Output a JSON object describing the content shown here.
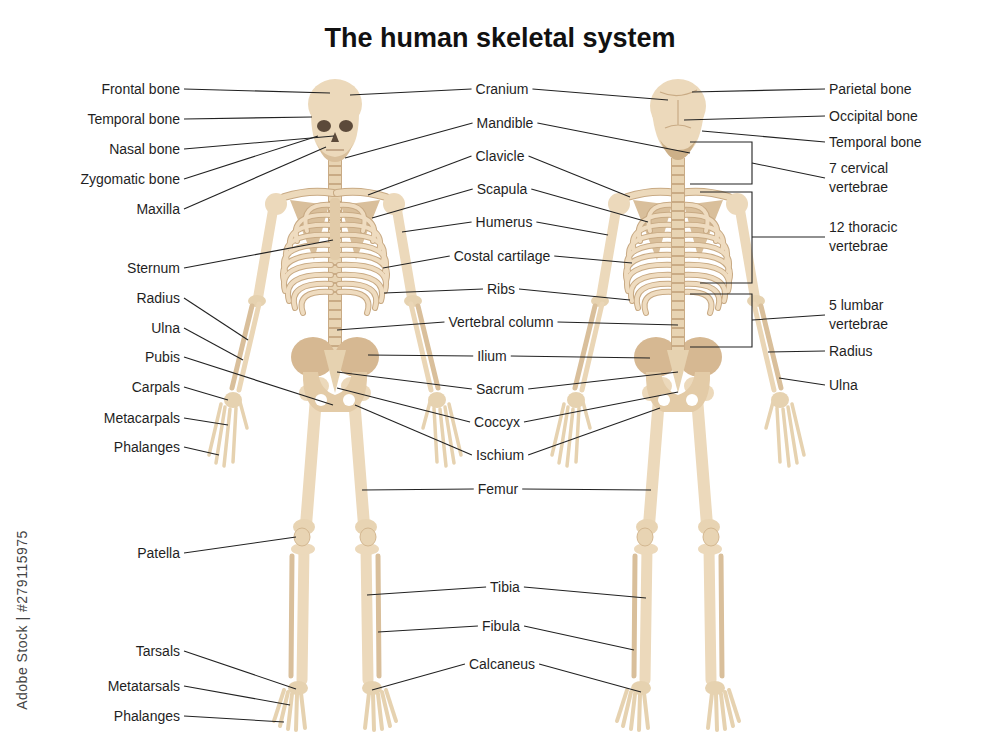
{
  "diagram": {
    "title": "The human skeletal system",
    "labels": [
      "Frontal bone",
      "Temporal bone",
      "Nasal bone",
      "Zygomatic bone",
      "Maxilla",
      "Sternum",
      "Radius",
      "Ulna",
      "Pubis",
      "Carpals",
      "Metacarpals",
      "Phalanges",
      "Patella",
      "Tarsals",
      "Metatarsals",
      "Phalanges",
      "Cranium",
      "Mandible",
      "Clavicle",
      "Scapula",
      "Humerus",
      "Costal cartilage",
      "Ribs",
      "Vertebral column",
      "Ilium",
      "Sacrum",
      "Coccyx",
      "Ischium",
      "Femur",
      "Tibia",
      "Fibula",
      "Calcaneus",
      "Parietal bone",
      "Occipital bone",
      "Temporal bone",
      "7 cervical vertebrae",
      "12 thoracic vertebrae",
      "5 lumbar vertebrae",
      "Radius",
      "Ulna",
      "Adobe Stock | #279115975"
    ]
  }
}
